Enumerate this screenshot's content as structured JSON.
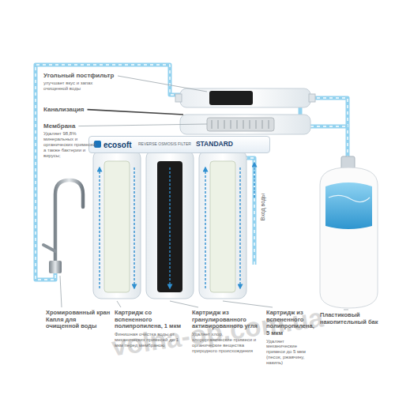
{
  "diagram": {
    "nodes": [
      {
        "text": [
          "ecosoft",
          "REVERSE OSMOSIS FILTER",
          "STANDARD"
        ]
      }
    ],
    "labels": [
      "Угольный постфильтр",
      "улучшает вкус и запах очищенной воды",
      "Канализация",
      "Мембрана",
      "Удаляет 98,8% минеральных и органических примесей, а также бактерии и вирусы;",
      "Вход воды",
      "Хромированный кран Капля для очищенной воды",
      "Картридж со вспененного полипропилена, 1 мкм",
      "Финишная очистка воды от механических примесей до 1 мкм перед мембраною",
      "Картридж из гранулированного активированного угля",
      "Удаляет хлор, хлорорганические примеси и органические вещества природного происхождения",
      "Картридж из вспененного полипропилена, 5 мкм",
      "Удаляет механические примеси до 5 мкм (песок, ржавчину, накипь)",
      "Пластиковый накопительный бак",
      "volna-op.com.ua"
    ]
  }
}
